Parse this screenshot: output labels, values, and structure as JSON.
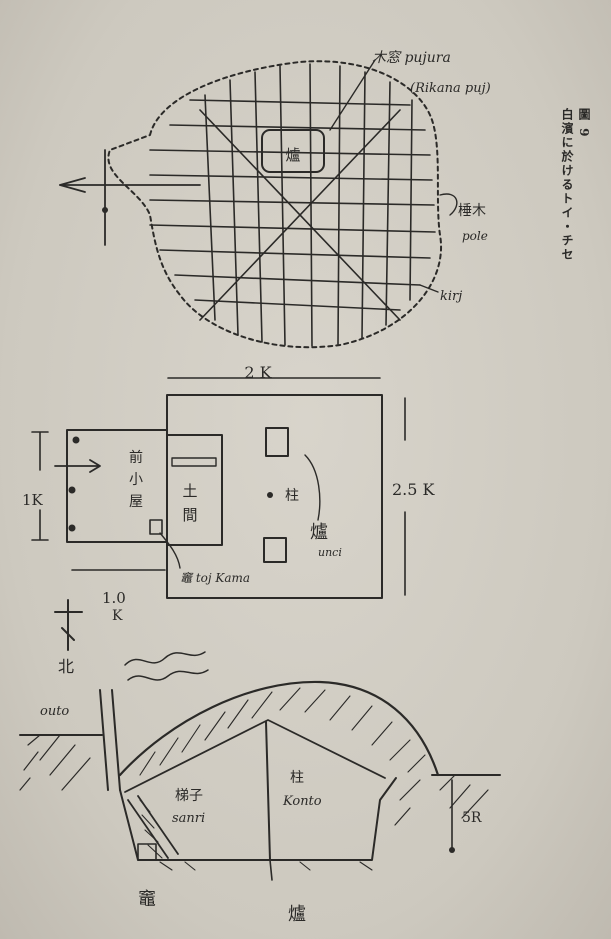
{
  "caption": {
    "figure_no": "圖 9",
    "title": "白濱に於けるトイ・チセ"
  },
  "top_view": {
    "label_pujura": "木窓 pujura",
    "label_pujura_paren": "(Rikana puj)",
    "label_center": "爐",
    "label_pole_jp": "棰木",
    "label_pole_en": "pole",
    "label_kiraj": "kirj"
  },
  "floor_plan": {
    "dim_width": "2 K",
    "dim_height": "2.5 K",
    "dim_left_height": "1K",
    "dim_left_width_top": "1.0",
    "dim_left_width_bottom": "K",
    "room_front_l1": "前",
    "room_front_l2": "小",
    "room_front_l3": "屋",
    "room_entry_l1": "土",
    "room_entry_l2": "間",
    "label_pillar": "柱",
    "label_hearth": "爐",
    "label_hearth_en": "unci",
    "label_kama": "竈 toj Kama",
    "label_north": "北"
  },
  "section": {
    "label_outo": "outo",
    "label_sanri_jp": "梯子",
    "label_sanri_en": "sanri",
    "label_pillar_jp": "柱",
    "label_pillar_en": "Konto",
    "label_depth": "5R",
    "label_kama_bottom": "竈",
    "label_hearth_bottom": "爐"
  }
}
